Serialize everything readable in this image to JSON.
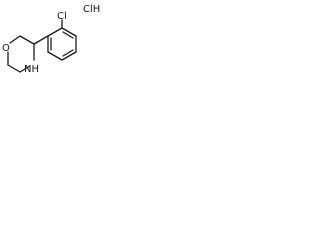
{
  "diagram": {
    "type": "chemical-structure",
    "atom_labels": {
      "hcl": "ClH",
      "morpholine_oxygen": "O",
      "morpholine_nitrogen": "NH",
      "aryl_chlorine": "Cl"
    },
    "colors": {
      "ink": "#1a1a1a",
      "background": "#ffffff"
    }
  }
}
